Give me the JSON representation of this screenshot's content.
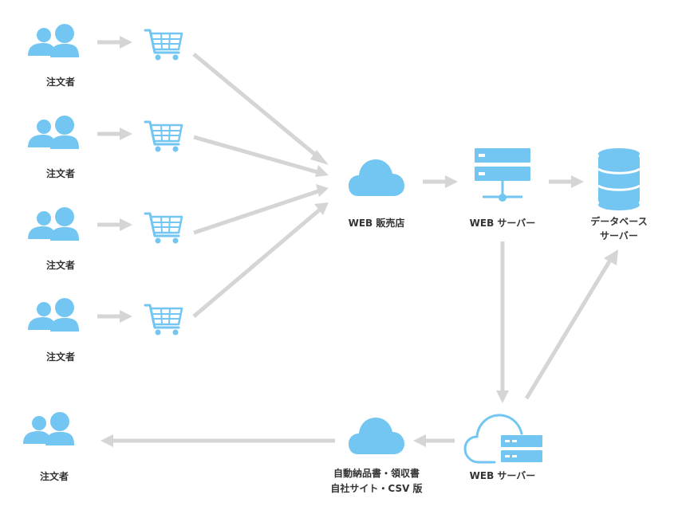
{
  "colors": {
    "icon": "#73c6f2",
    "arrow": "#d5d5d5",
    "text": "#333333"
  },
  "labels": {
    "orderer_1": "注文者",
    "orderer_2": "注文者",
    "orderer_3": "注文者",
    "orderer_4": "注文者",
    "orderer_5": "注文者",
    "web_store": "WEB 販売店",
    "web_server": "WEB サーバー",
    "db_server_line1": "データベース",
    "db_server_line2": "サーバー",
    "cloud_web_server": "WEB サーバー",
    "output_line1": "自動納品書・領収書",
    "output_line2": "自社サイト・CSV 版"
  },
  "icons": [
    "users-icon",
    "cart-icon",
    "cloud-icon",
    "server-icon",
    "database-icon",
    "cloud-server-icon"
  ]
}
